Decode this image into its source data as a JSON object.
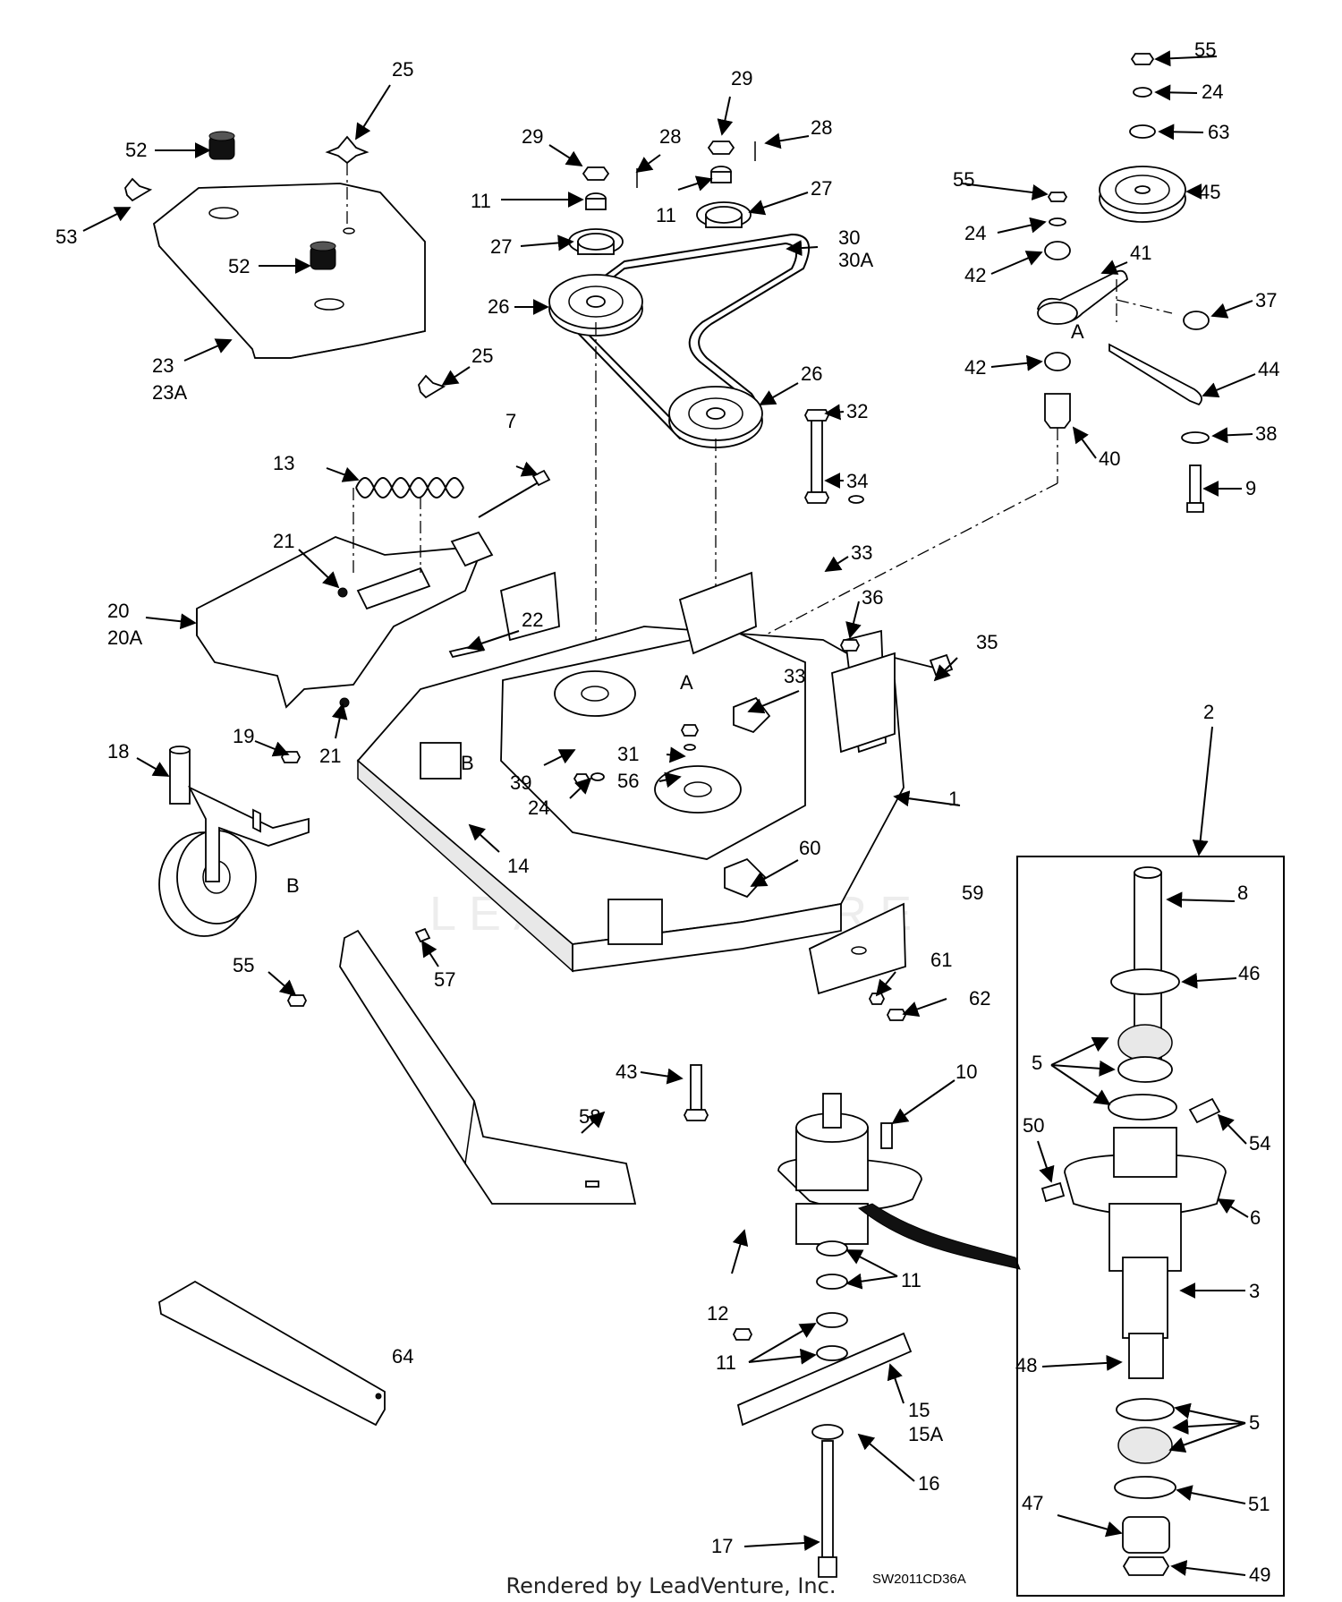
{
  "diagram_code": "SW2011CD36A",
  "footer": "Rendered by LeadVenture, Inc.",
  "watermark": "LEADVENTURE",
  "callouts": {
    "c1": "1",
    "c2": "2",
    "c3": "3",
    "c5a": "5",
    "c5b": "5",
    "c6": "6",
    "c7": "7",
    "c8": "8",
    "c9": "9",
    "c10": "10",
    "c11a": "11",
    "c11b": "11",
    "c11c": "11",
    "c11d": "11",
    "c12": "12",
    "c13": "13",
    "c14": "14",
    "c15": "15",
    "c15a": "15A",
    "c16": "16",
    "c17": "17",
    "c18": "18",
    "c19": "19",
    "c20": "20",
    "c20a": "20A",
    "c21a": "21",
    "c21b": "21",
    "c22": "22",
    "c23": "23",
    "c23a": "23A",
    "c24a": "24",
    "c24b": "24",
    "c24c": "24",
    "c25a": "25",
    "c25b": "25",
    "c26a": "26",
    "c26b": "26",
    "c27a": "27",
    "c27b": "27",
    "c28a": "28",
    "c28b": "28",
    "c29a": "29",
    "c29b": "29",
    "c30": "30",
    "c30a": "30A",
    "c31": "31",
    "c32": "32",
    "c33a": "33",
    "c33b": "33",
    "c34": "34",
    "c35": "35",
    "c36": "36",
    "c37": "37",
    "c38": "38",
    "c39": "39",
    "c40": "40",
    "c41": "41",
    "c42a": "42",
    "c42b": "42",
    "c43": "43",
    "c44": "44",
    "c45": "45",
    "c46": "46",
    "c47": "47",
    "c48": "48",
    "c49": "49",
    "c50": "50",
    "c51": "51",
    "c52a": "52",
    "c52b": "52",
    "c53": "53",
    "c54": "54",
    "c55a": "55",
    "c55b": "55",
    "c55c": "55",
    "c56": "56",
    "c57": "57",
    "c58": "58",
    "c59": "59",
    "c60": "60",
    "c61": "61",
    "c62": "62",
    "c63": "63",
    "c64": "64",
    "refA1": "A",
    "refA2": "A",
    "refB1": "B",
    "refB2": "B"
  }
}
